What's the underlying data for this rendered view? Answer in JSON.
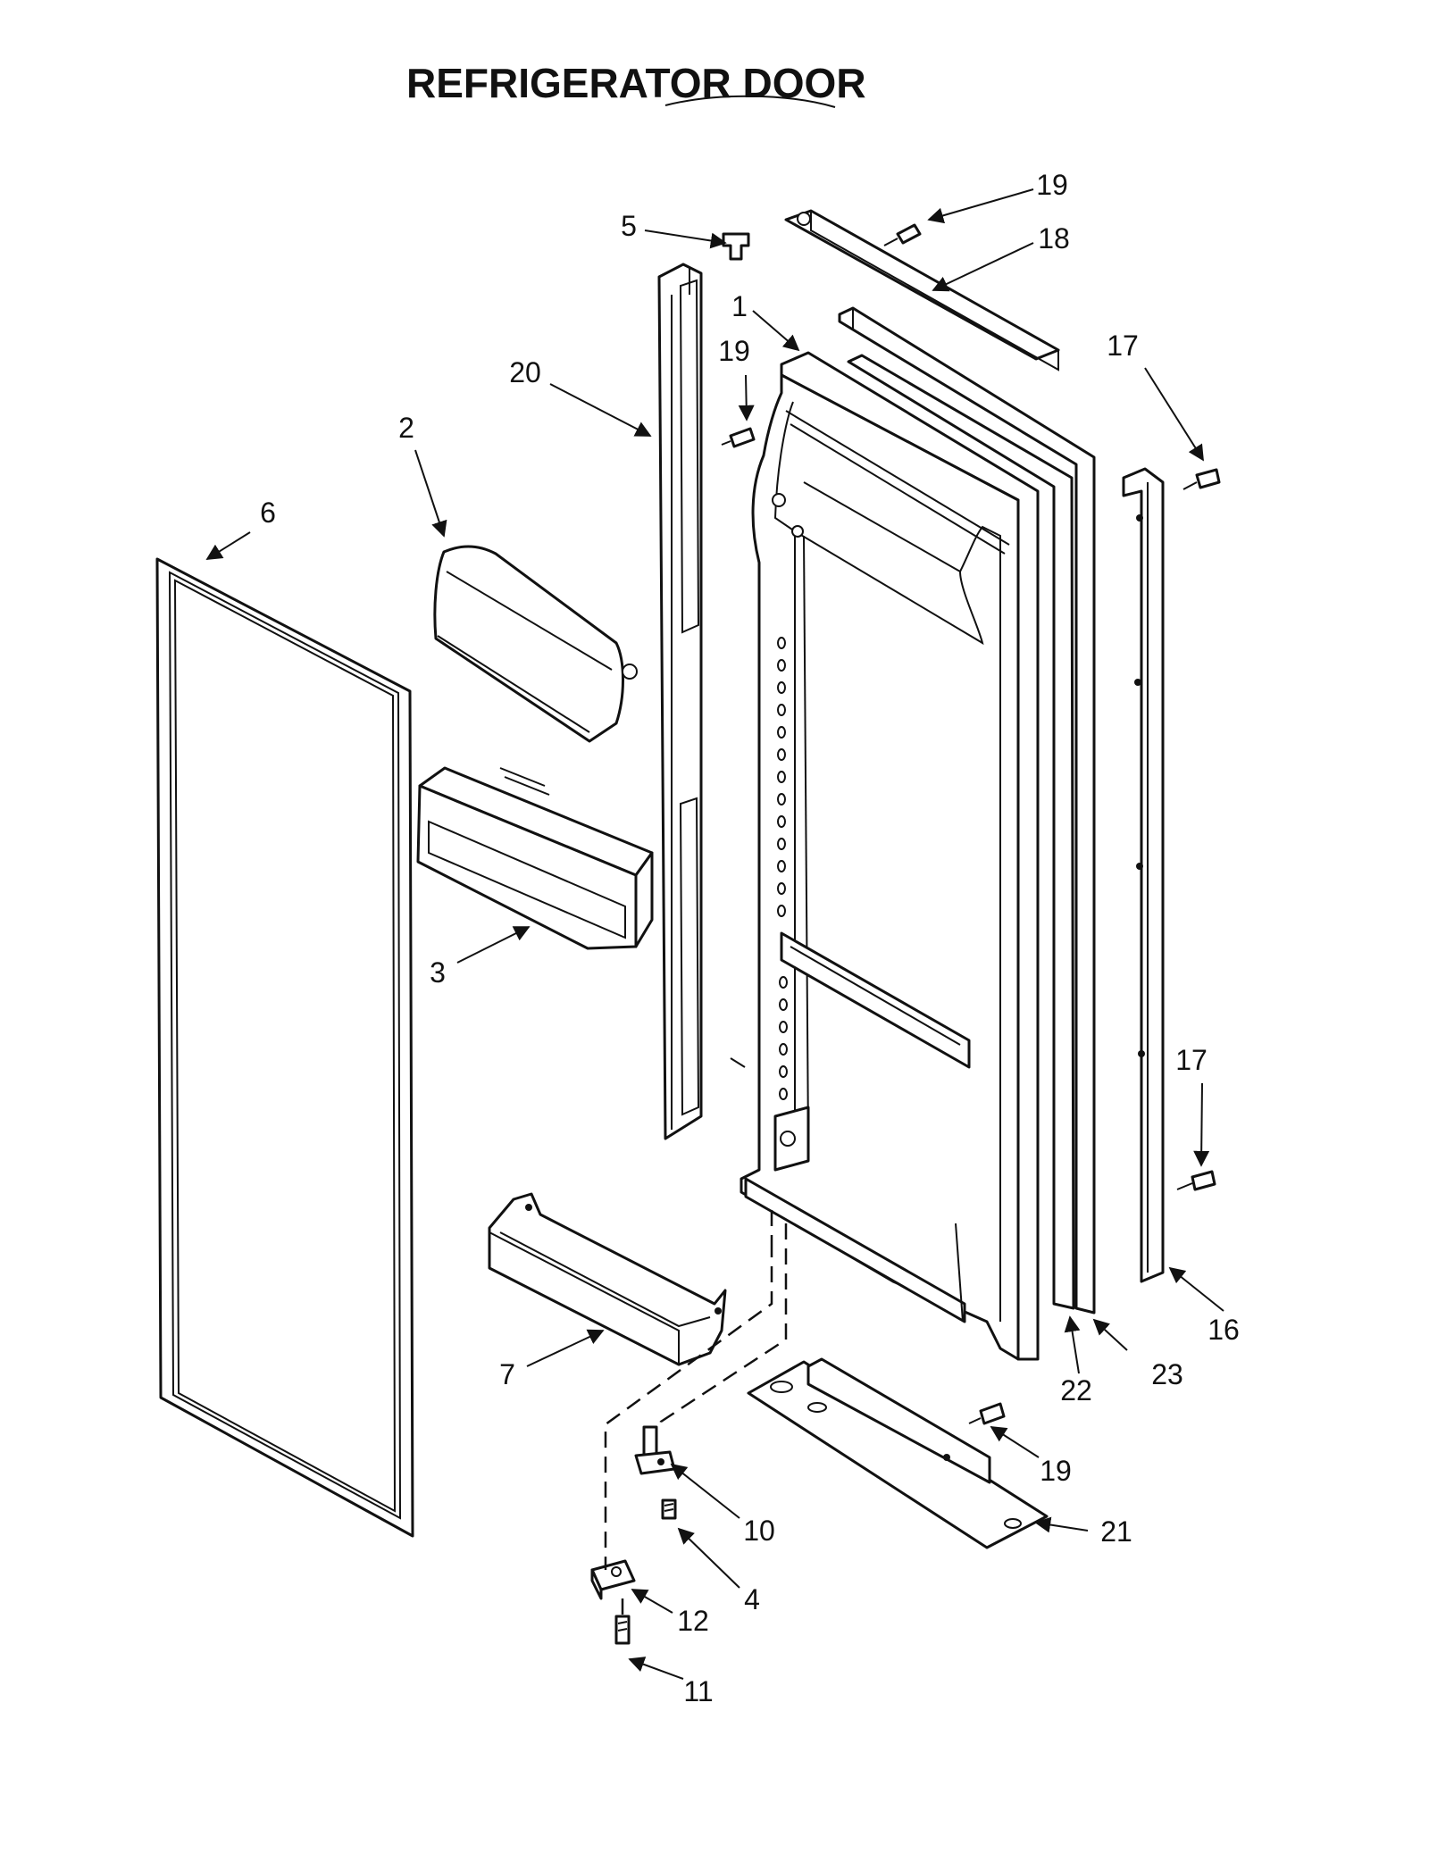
{
  "title": "REFRIGERATOR DOOR",
  "callouts": [
    "1",
    "2",
    "3",
    "4",
    "5",
    "6",
    "7",
    "10",
    "11",
    "12",
    "16",
    "17",
    "17",
    "18",
    "19",
    "19",
    "19",
    "20",
    "21",
    "22",
    "23"
  ]
}
